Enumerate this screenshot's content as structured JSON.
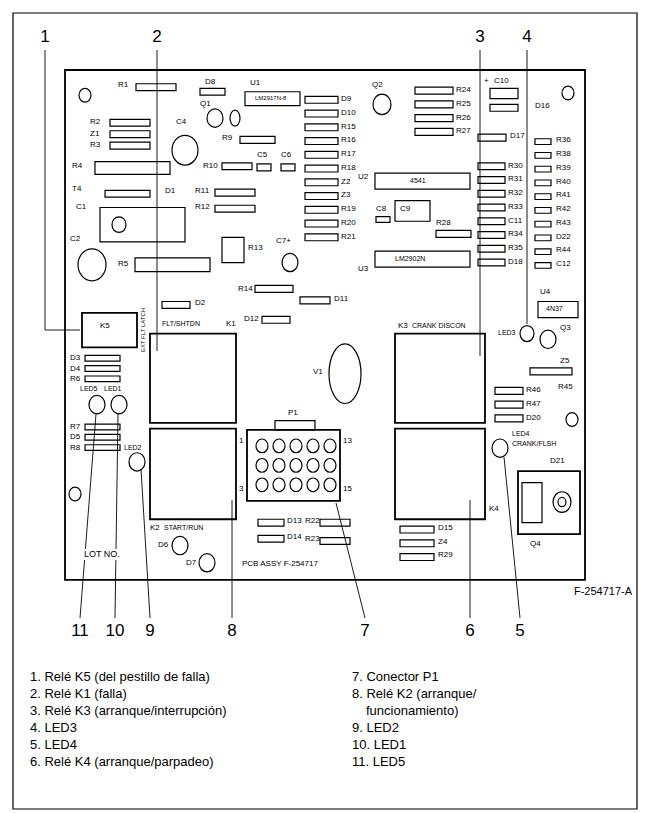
{
  "diagram": {
    "labels": [
      "1",
      "2",
      "3",
      "4",
      "R1",
      "D8",
      "U1",
      "LM2917N-8",
      "Q1",
      "D9",
      "D10",
      "R15",
      "R16",
      "R17",
      "R18",
      "Z2",
      "Z3",
      "R19",
      "R20",
      "R21",
      "Q2",
      "R24",
      "R25",
      "R26",
      "R27",
      "+",
      "C10",
      "D16",
      "R2",
      "Z1",
      "R3",
      "R4",
      "C4",
      "R9",
      "R10",
      "C5",
      "C6",
      "T4",
      "D1",
      "C1",
      "R11",
      "R12",
      "C2",
      "R5",
      "R13",
      "C7+",
      "R14",
      "D2",
      "D11",
      "D12",
      "U2",
      "4541",
      "C8",
      "C9",
      "R28",
      "U3",
      "LM2902N",
      "D17",
      "R30",
      "R31",
      "R32",
      "R33",
      "C11",
      "R34",
      "R35",
      "D18",
      "R36",
      "R38",
      "R39",
      "R40",
      "R41",
      "R42",
      "R43",
      "D22",
      "R44",
      "C12",
      "U4",
      "4N37",
      "LED3",
      "Q3",
      "K5",
      "EXT FLT LATCH",
      "FLT/SHTDN",
      "K1",
      "V1",
      "P1",
      "1",
      "3",
      "13",
      "15",
      "K3",
      "CRANK DISCON",
      "Z5",
      "R45",
      "R46",
      "R47",
      "D20",
      "LED4",
      "CRANK/FLSH",
      "D21",
      "Q4",
      "K4",
      "D13",
      "D14",
      "R22",
      "R23",
      "D15",
      "Z4",
      "R29",
      "D3",
      "D4",
      "R6",
      "LED5",
      "LED1",
      "R7",
      "D5",
      "R8",
      "LED2",
      "K2",
      "START/RUN",
      "D6",
      "D7",
      "LOT NO.",
      "PCB ASSY F-254717",
      "F-254717-A",
      "11",
      "10",
      "9",
      "8",
      "7",
      "6",
      "5",
      "1. Relé K5 (del pestillo de falla)",
      "2. Relé K1 (falla)",
      "3. Relé K3 (arranque/interrupción)",
      "4. LED3",
      "5. LED4",
      "6. Relé K4 (arranque/parpadeo)",
      "7. Conector P1",
      "8. Relé K2 (arranque/ funcionamiento)",
      "9. LED2",
      "10. LED1",
      "11. LED5"
    ]
  }
}
